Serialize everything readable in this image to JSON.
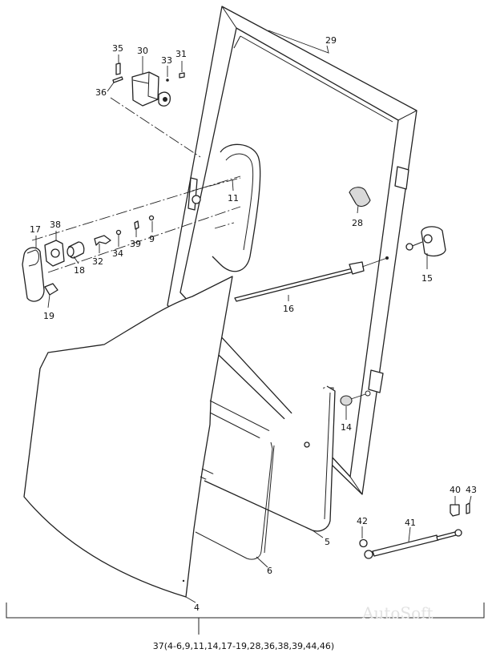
{
  "callouts": {
    "c29": "29",
    "c35": "35",
    "c30": "30",
    "c33": "33",
    "c31": "31",
    "c36": "36",
    "c11": "11",
    "c28": "28",
    "c17": "17",
    "c38": "38",
    "c39": "39",
    "c9": "9",
    "c32": "32",
    "c34": "34",
    "c18": "18",
    "c15": "15",
    "c16": "16",
    "c19": "19",
    "c14": "14",
    "c5": "5",
    "c6": "6",
    "c40": "40",
    "c43": "43",
    "c42": "42",
    "c41": "41",
    "c4": "4"
  },
  "assembly_caption": "37(4-6,9,11,14,17-19,28,36,38,39,44,46)",
  "watermark": "AutoSoft"
}
